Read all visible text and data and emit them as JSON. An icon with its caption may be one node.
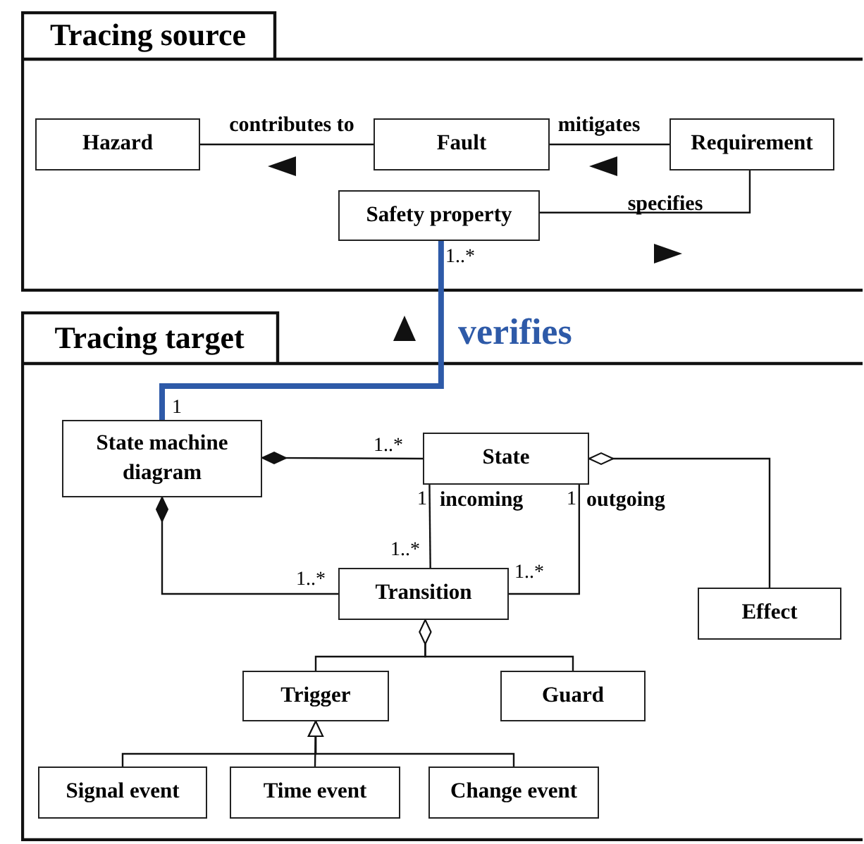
{
  "diagram": {
    "nodes": [
      {
        "text": [
          "Tracing source"
        ]
      },
      {
        "text": [
          "Hazard"
        ],
        "in": 0
      },
      {
        "text": [
          "Fault"
        ],
        "in": 0
      },
      {
        "text": [
          "Requirement"
        ],
        "in": 0
      },
      {
        "text": [
          "Safety property"
        ],
        "in": 0
      },
      {
        "text": [
          "Tracing target"
        ]
      },
      {
        "text": [
          "State machine diagram"
        ],
        "in": 5
      },
      {
        "text": [
          "State"
        ],
        "in": 5
      },
      {
        "text": [
          "Transition"
        ],
        "in": 5
      },
      {
        "text": [
          "Effect"
        ],
        "in": 5
      },
      {
        "text": [
          "Trigger"
        ],
        "in": 5
      },
      {
        "text": [
          "Guard"
        ],
        "in": 5
      },
      {
        "text": [
          "Signal event"
        ],
        "in": 5
      },
      {
        "text": [
          "Time event"
        ],
        "in": 5
      },
      {
        "text": [
          "Change event"
        ],
        "in": 5
      }
    ],
    "edges": [
      {
        "from": 2,
        "to": 1,
        "arrow": "none",
        "label": "contributes to"
      },
      {
        "from": 3,
        "to": 2,
        "arrow": "none",
        "label": "mitigates"
      },
      {
        "from": 3,
        "to": 4,
        "arrow": "none",
        "label": "specifies"
      },
      {
        "from": 4,
        "to": 6,
        "arrow": "none",
        "label": "verifies",
        "style": "thick",
        "color": "#2e5aa8"
      },
      {
        "from": 7,
        "to": 6,
        "arrow": "other"
      },
      {
        "from": 8,
        "to": 6,
        "arrow": "other"
      },
      {
        "from": 7,
        "to": 8,
        "arrow": "none"
      },
      {
        "from": 7,
        "to": 8,
        "arrow": "none"
      },
      {
        "from": 9,
        "to": 7,
        "arrow": "other"
      },
      {
        "from": 10,
        "to": 8,
        "arrow": "other"
      },
      {
        "from": 11,
        "to": 8,
        "arrow": "other"
      },
      {
        "from": 12,
        "to": 10,
        "arrow": "to"
      },
      {
        "from": 13,
        "to": 10,
        "arrow": "to"
      },
      {
        "from": 14,
        "to": 10,
        "arrow": "to"
      }
    ],
    "labels": [
      "1..*",
      "1",
      "1..*",
      "1",
      "incoming",
      "1",
      "outgoing",
      "1..*",
      "1..*",
      "1..*"
    ]
  }
}
